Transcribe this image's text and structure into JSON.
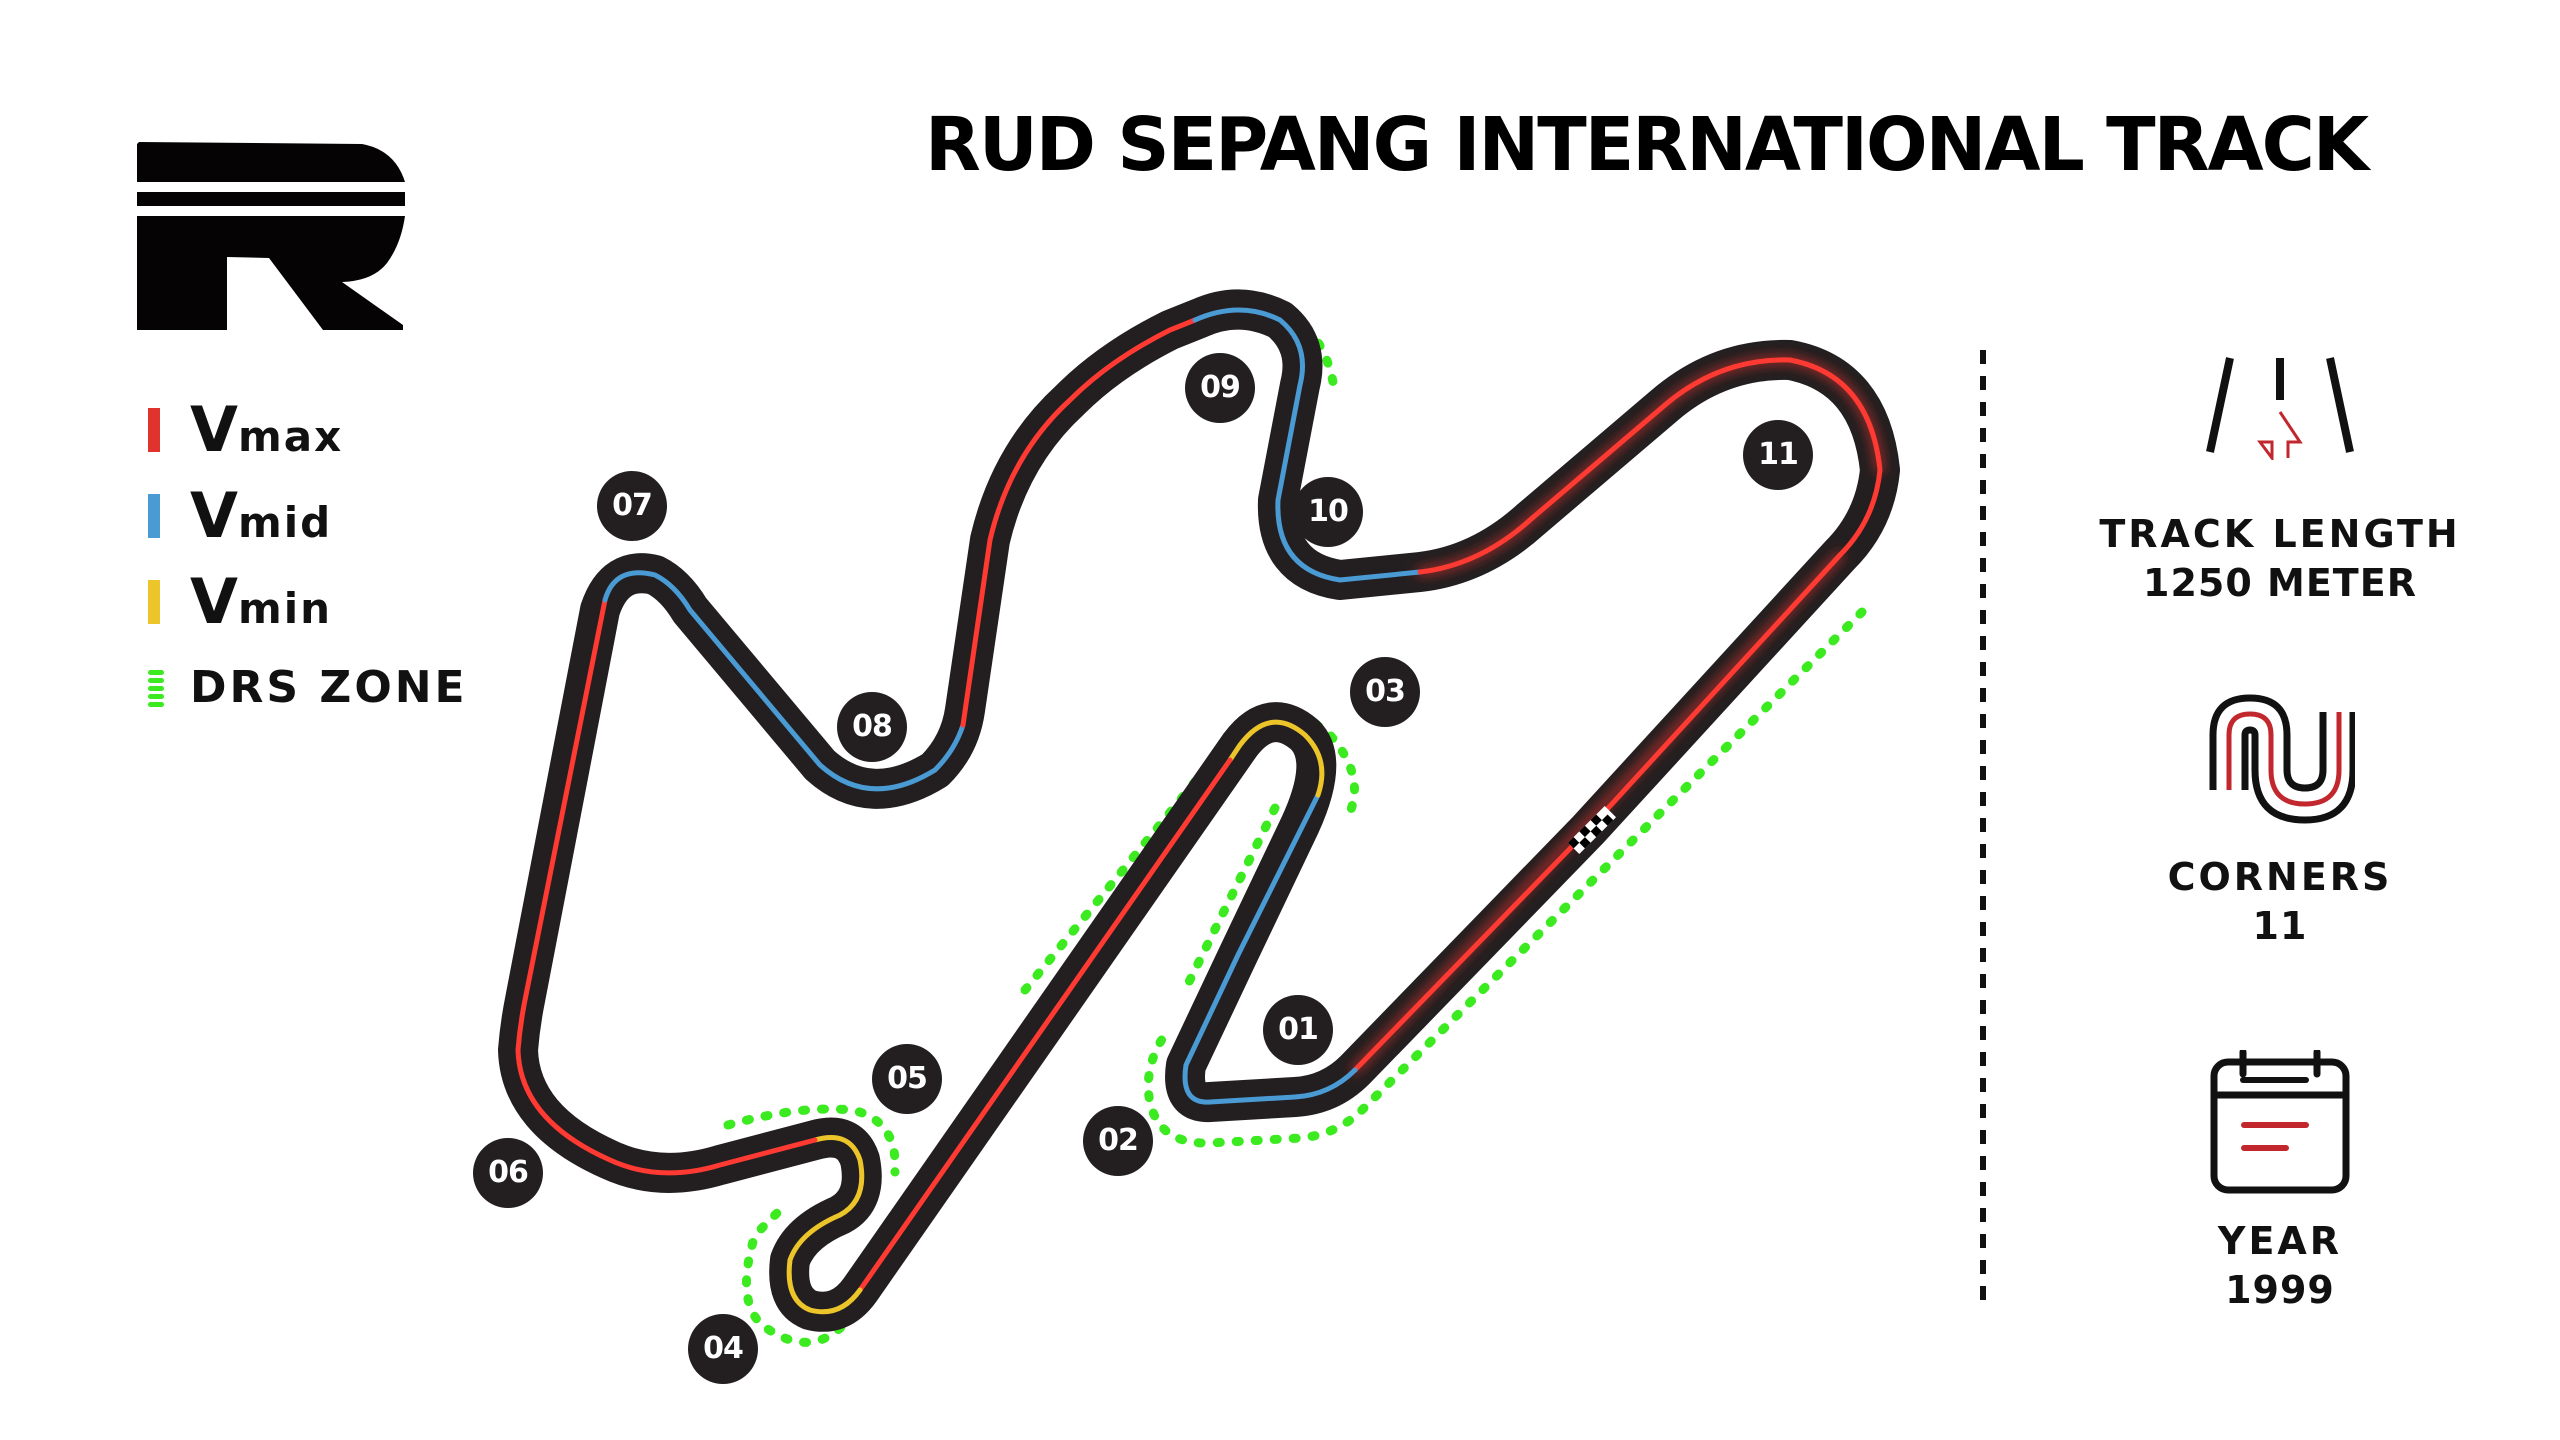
{
  "header": {
    "title": "RUD SEPANG INTERNATIONAL TRACK",
    "logo_letter": "R"
  },
  "legend": {
    "items": [
      {
        "prefix": "V",
        "suffix": "max",
        "color": "#e0332e",
        "type": "speed"
      },
      {
        "prefix": "V",
        "suffix": "mid",
        "color": "#4a9ad4",
        "type": "speed"
      },
      {
        "prefix": "V",
        "suffix": "min",
        "color": "#ecc52a",
        "type": "speed"
      }
    ],
    "drs": {
      "label": "DRS ZONE",
      "color": "#3bea1f"
    }
  },
  "track": {
    "surface_color": "#231f20",
    "corners": [
      "01",
      "02",
      "03",
      "04",
      "05",
      "06",
      "07",
      "08",
      "09",
      "10",
      "11"
    ],
    "icons": {
      "start_finish": "checkered-flag-icon"
    }
  },
  "info": {
    "track_length": {
      "label": "TRACK LENGTH",
      "value": "1250 METER",
      "icon": "road-icon"
    },
    "corners": {
      "label": "CORNERS",
      "value": "11",
      "icon": "corners-icon"
    },
    "year": {
      "label": "YEAR",
      "value": "1999",
      "icon": "calendar-icon"
    },
    "accent_color": "#c1272d"
  }
}
